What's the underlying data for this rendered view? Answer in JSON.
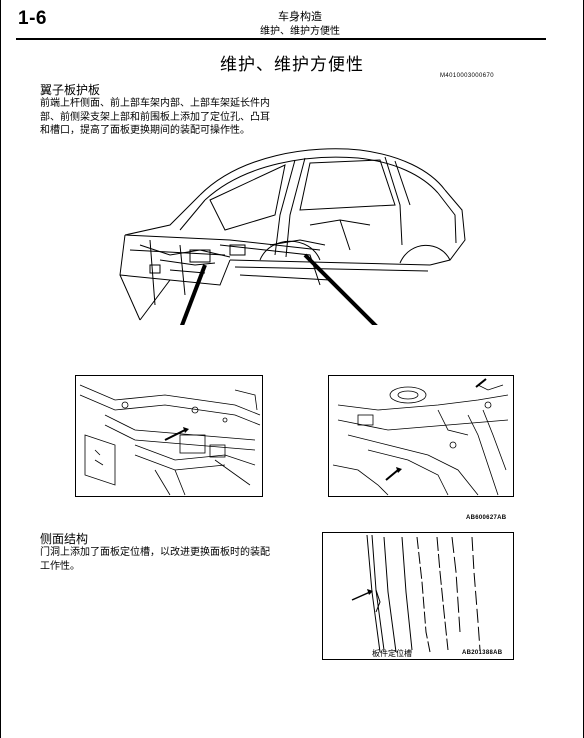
{
  "header": {
    "page_number": "1-6",
    "chapter": "车身构造",
    "subchapter": "维护、维护方便性"
  },
  "main": {
    "title": "维护、维护方便性",
    "doc_code": "M4010003000670"
  },
  "section1": {
    "title": "翼子板护板",
    "lines": [
      "前端上杆侧面、前上部车架内部、上部车架延长件内",
      "部、前侧梁支架上部和前围板上添加了定位孔、凸耳",
      "和槽口，提高了面板更换期间的装配可操作性。"
    ],
    "figure_code": "AB600627AB"
  },
  "section2": {
    "title": "侧面结构",
    "lines": [
      "门洞上添加了面板定位槽，以改进更换面板时的装配",
      "工作性。"
    ],
    "figure_caption": "板件定位槽",
    "figure_code": "AB201388AB"
  }
}
